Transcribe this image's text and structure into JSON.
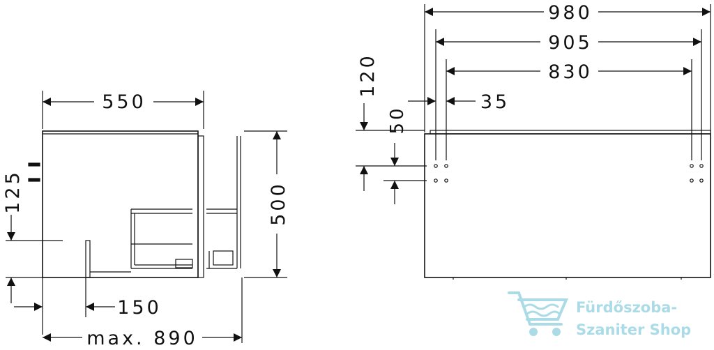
{
  "side_view": {
    "width_label": "550",
    "height_label": "500",
    "drawer_offset_label": "125",
    "pull_label": "150",
    "max_label": "max. 890"
  },
  "front_view": {
    "total_width_label": "980",
    "mid_width_label": "905",
    "inner_width_label": "830",
    "top_offset_label": "120",
    "gap_label": "35",
    "hole_offset_label": "50"
  },
  "watermark": {
    "line1": "Fürdőszoba-",
    "line2": "Szaniter Shop",
    "color": "#8fd0df"
  },
  "colors": {
    "line": "#111111"
  }
}
